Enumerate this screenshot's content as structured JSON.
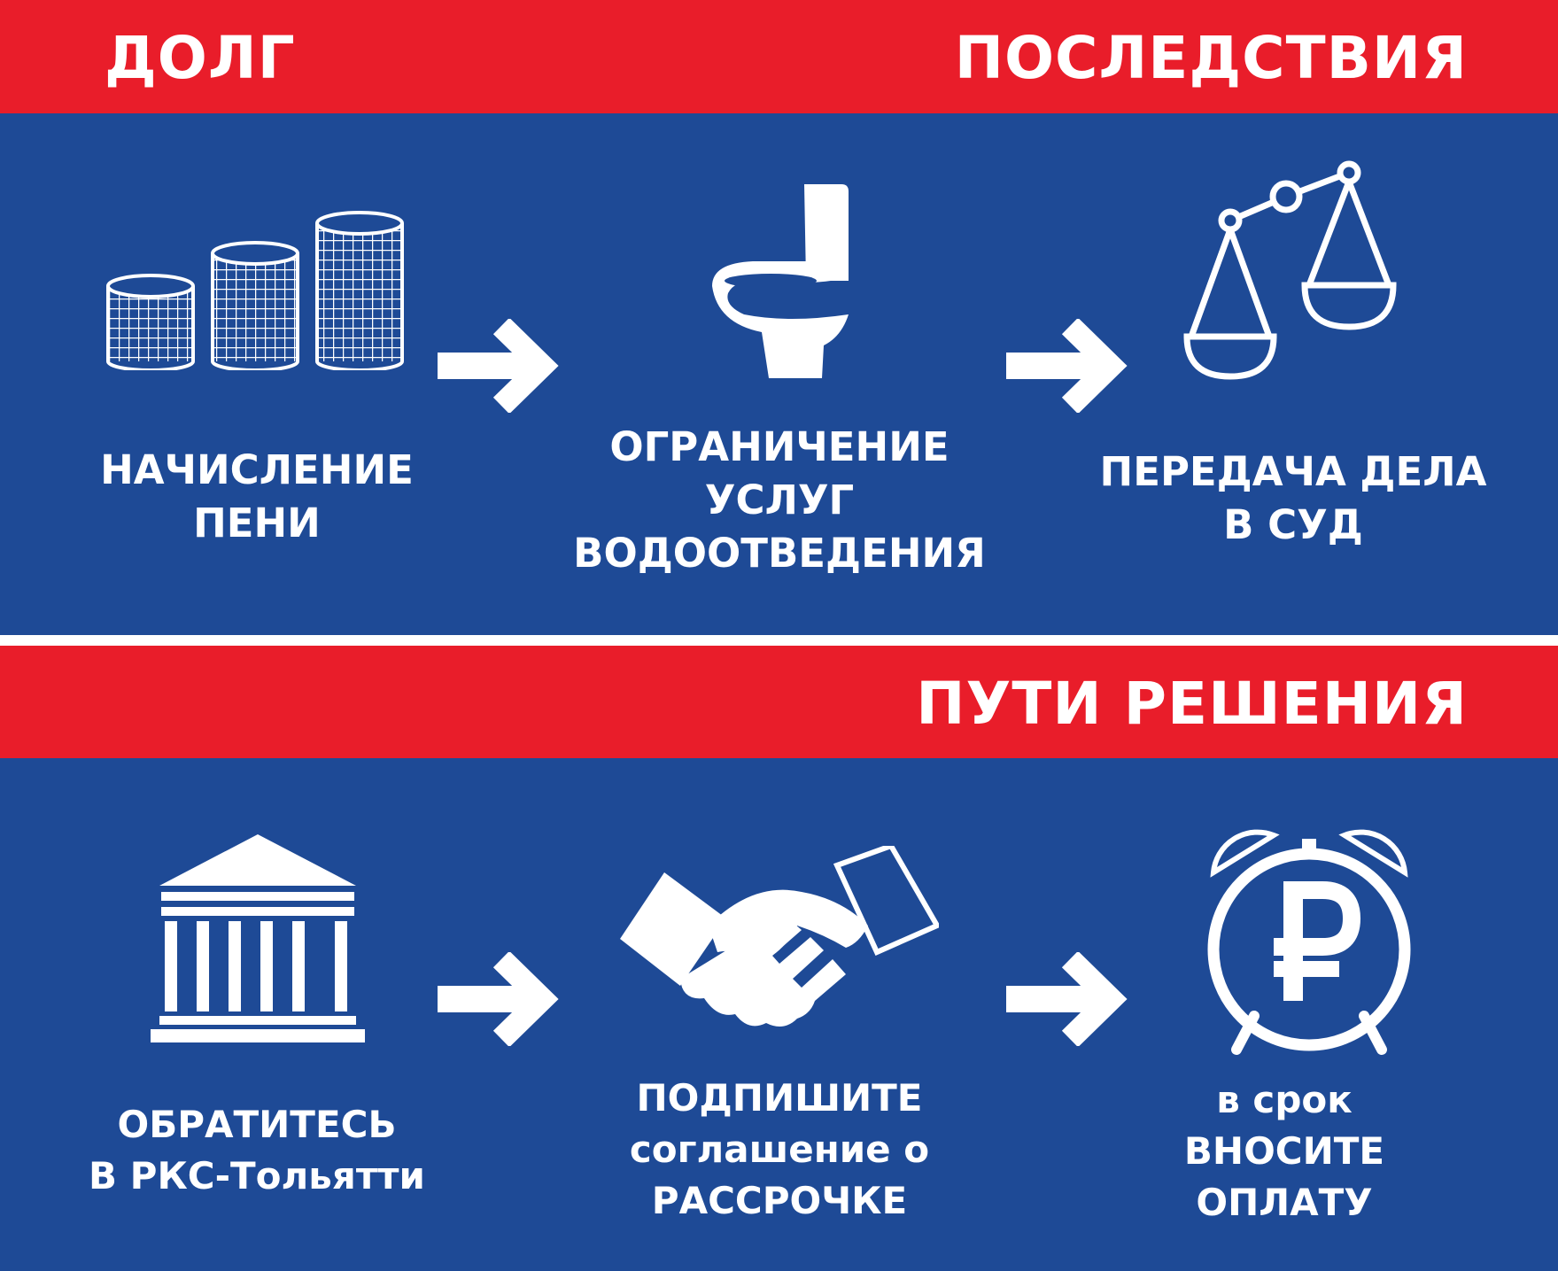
{
  "colors": {
    "red": "#e91d2a",
    "blue": "#1e4a96",
    "white": "#ffffff"
  },
  "header": {
    "debt": "ДОЛГ",
    "consequences": "ПОСЛЕДСТВИЯ",
    "solutions": "ПУТИ РЕШЕНИЯ"
  },
  "consequences": [
    {
      "icon": "coin-stacks-icon",
      "lines": [
        "НАЧИСЛЕНИЕ",
        "ПЕНИ"
      ]
    },
    {
      "icon": "toilet-icon",
      "lines": [
        "ОГРАНИЧЕНИЕ",
        "УСЛУГ",
        "ВОДООТВЕДЕНИЯ"
      ]
    },
    {
      "icon": "scales-icon",
      "lines": [
        "ПЕРЕДАЧА ДЕЛА",
        "В СУД"
      ]
    }
  ],
  "solutions": [
    {
      "icon": "bank-building-icon",
      "lines": [
        "ОБРАТИТЕСЬ",
        "В РКС-Тольятти"
      ]
    },
    {
      "icon": "handshake-icon",
      "lines": [
        "ПОДПИШИТЕ",
        "соглашение о",
        "РАССРОЧКЕ"
      ]
    },
    {
      "icon": "ruble-alarm-clock-icon",
      "lines": [
        "в срок",
        "ВНОСИТЕ",
        "ОПЛАТУ"
      ]
    }
  ]
}
